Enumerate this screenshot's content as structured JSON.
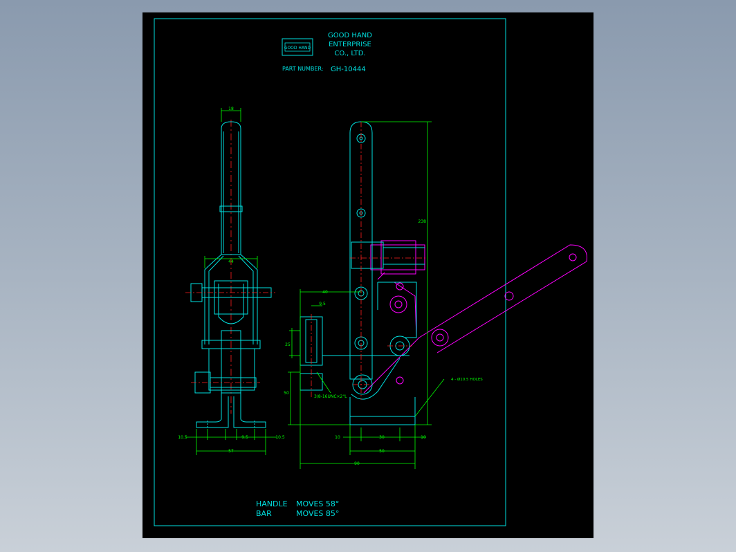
{
  "title_block": {
    "company_line1": "GOOD HAND",
    "company_line2": "ENTERPRISE",
    "company_line3": "CO., LTD.",
    "part_number_label": "PART NUMBER:",
    "part_number": "GH-10444",
    "logo_text": "GOOD HAND"
  },
  "dimensions": {
    "top_width": "18",
    "yoke_width": "44",
    "left_10_5": "10.5",
    "gap_9_5": "9.5",
    "right_10_5": "10.5",
    "base_57": "57",
    "offset_40": "40",
    "bolt_9_5": "9.5",
    "height_25": "25",
    "height_50": "50",
    "base_10_left": "10",
    "base_30": "30",
    "base_10_right": "10",
    "base_50": "50",
    "overall_90": "90",
    "height_238": "238"
  },
  "callouts": {
    "thread": "3/8-16UNC×2\"L",
    "holes": "4 - Ø10.5 HOLES"
  },
  "notes": {
    "handle_label": "HANDLE",
    "handle_moves": "MOVES 58°",
    "bar_label": "BAR",
    "bar_moves": "MOVES 85°"
  },
  "colors": {
    "background": "#000000",
    "border": "#00e0e0",
    "geometry": "#00e0e0",
    "dimension": "#00ff00",
    "centerline": "#ff2020",
    "alt_position": "#ff00ff"
  }
}
